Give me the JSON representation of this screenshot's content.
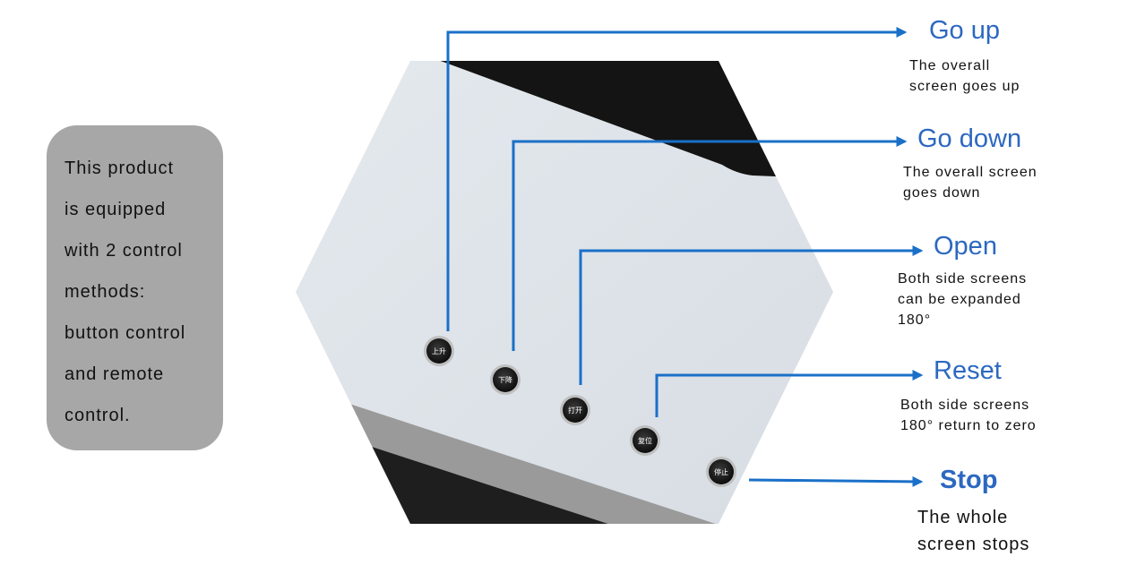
{
  "intro": {
    "lines": [
      "This product",
      "is equipped",
      "with 2 control",
      "methods:",
      "button control",
      "and remote",
      "control."
    ]
  },
  "functions": [
    {
      "title": "Go up",
      "desc": [
        "The overall",
        "screen goes up"
      ],
      "button_text": "上升"
    },
    {
      "title": "Go down",
      "desc": [
        "The overall screen",
        "goes down"
      ],
      "button_text": "下降"
    },
    {
      "title": "Open",
      "desc": [
        "Both side screens",
        "can be expanded",
        "180°"
      ],
      "button_text": "打开"
    },
    {
      "title": "Reset",
      "desc": [
        "Both side screens",
        "180° return to zero"
      ],
      "button_text": "复位"
    },
    {
      "title": "Stop",
      "desc": [
        "The whole",
        "screen stops"
      ],
      "button_text": "停止"
    }
  ],
  "colors": {
    "accent": "#2c68c0",
    "arrow": "#1a70c8",
    "card": "#a7a7a7"
  }
}
